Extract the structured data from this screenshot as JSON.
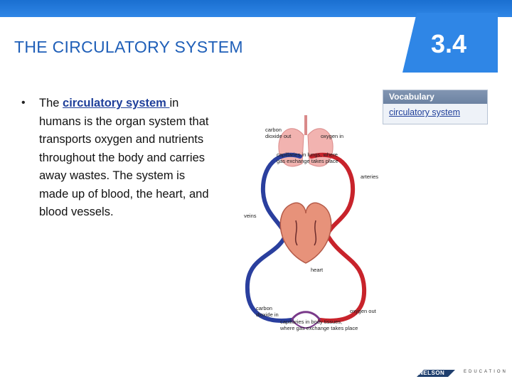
{
  "slide": {
    "title": "THE CIRCULATORY SYSTEM",
    "section_number": "3.4",
    "bullet_symbol": "•",
    "body": {
      "prefix": "The ",
      "term": "circulatory system ",
      "suffix": "in humans is the organ system that transports oxygen and nutrients throughout the body and carries away wastes. The system is made up of blood, the heart, and blood vessels."
    }
  },
  "vocabulary": {
    "header": "Vocabulary",
    "term": "circulatory system"
  },
  "diagram": {
    "labels": {
      "co2_out": "carbon\ndioxide out",
      "o2_in": "oxygen in",
      "lungs": "capillaries in lungs, where\ngas exchange takes place",
      "arteries": "arteries",
      "veins": "veins",
      "heart": "heart",
      "co2_in": "carbon\ndioxide in",
      "o2_out": "oxygen out",
      "tissues": "capillaries in body tissues,\nwhere gas exchange takes place"
    }
  },
  "footer": {
    "logo_main": "NELSON",
    "logo_sub": "EDUCATION"
  },
  "colors": {
    "accent": "#1f5fb8",
    "top_bar": "#2f86e6",
    "arteries": "#c8232b",
    "veins": "#2a3f9e"
  }
}
